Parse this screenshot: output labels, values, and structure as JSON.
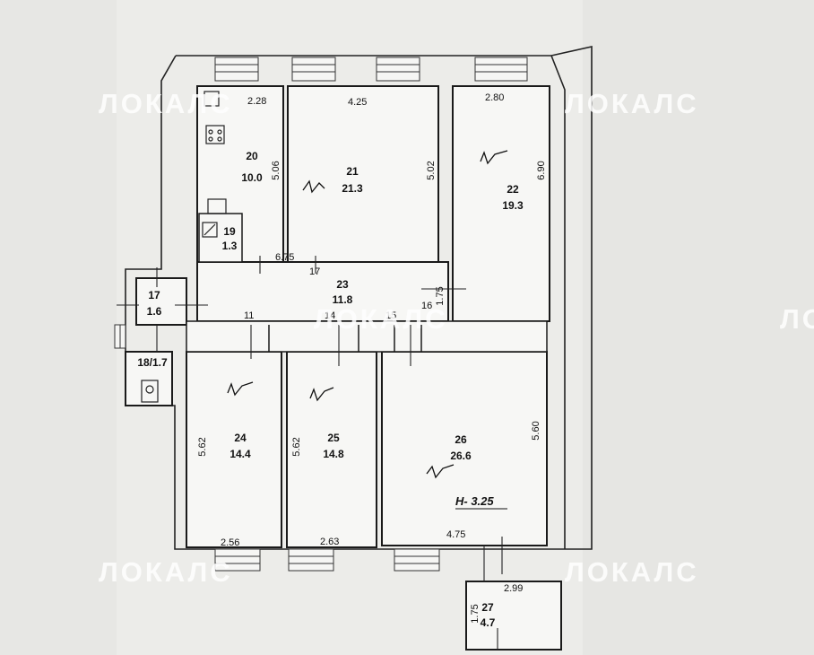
{
  "watermark": {
    "text": "ЛОКАЛС"
  },
  "rooms": [
    {
      "id": "17",
      "number": "17",
      "area": "1.6"
    },
    {
      "id": "18",
      "label": "18/1.7"
    },
    {
      "id": "19",
      "number": "19",
      "area": "1.3"
    },
    {
      "id": "20",
      "number": "20",
      "area": "10.0"
    },
    {
      "id": "21",
      "number": "21",
      "area": "21.3"
    },
    {
      "id": "22",
      "number": "22",
      "area": "19.3"
    },
    {
      "id": "23",
      "number": "23",
      "area": "11.8"
    },
    {
      "id": "24",
      "number": "24",
      "area": "14.4"
    },
    {
      "id": "25",
      "number": "25",
      "area": "14.8"
    },
    {
      "id": "26",
      "number": "26",
      "area": "26.6"
    },
    {
      "id": "27",
      "number": "27",
      "area": "4.7"
    }
  ],
  "dimensions": {
    "r20_width": "2.28",
    "r20_length": "5.06",
    "r21_width": "4.25",
    "r21_length": "5.02",
    "r22_width": "2.80",
    "r22_length": "6.90",
    "r23_length": "6.75",
    "r23_width": "1.75",
    "r24_length": "5.62",
    "r24_width": "2.56",
    "r25_length": "5.62",
    "r25_width": "2.63",
    "r26_length": "5.60",
    "r26_width": "4.75",
    "r27_width": "2.99",
    "r27_length": "1.75"
  },
  "markers": {
    "m11": "11",
    "m14": "14",
    "m15": "15",
    "m16": "16",
    "m17": "17"
  },
  "ceiling_height": "H- 3.25"
}
